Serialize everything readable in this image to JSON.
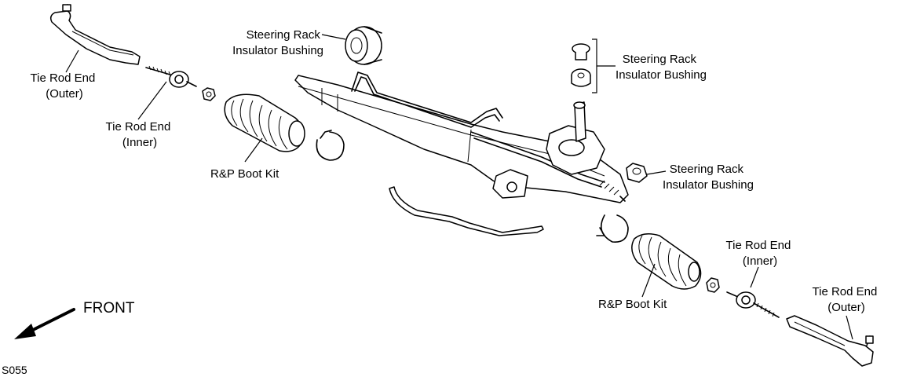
{
  "labels": {
    "tie_rod_end_outer_left": [
      "Tie Rod End",
      "(Outer)"
    ],
    "tie_rod_end_inner_left": [
      "Tie Rod End",
      "(Inner)"
    ],
    "rp_boot_kit_left": "R&P Boot Kit",
    "steering_rack_insulator_bushing_top": [
      "Steering Rack",
      "Insulator Bushing"
    ],
    "steering_rack_insulator_bushing_right_top": [
      "Steering Rack",
      "Insulator Bushing"
    ],
    "steering_rack_insulator_bushing_right_mid": [
      "Steering Rack",
      "Insulator Bushing"
    ],
    "rp_boot_kit_right": "R&P Boot Kit",
    "tie_rod_end_inner_right": [
      "Tie Rod End",
      "(Inner)"
    ],
    "tie_rod_end_outer_right": [
      "Tie Rod End",
      "(Outer)"
    ]
  },
  "front_label": "FRONT",
  "figure_code": "S055",
  "colors": {
    "line": "#000000",
    "background": "#ffffff"
  }
}
